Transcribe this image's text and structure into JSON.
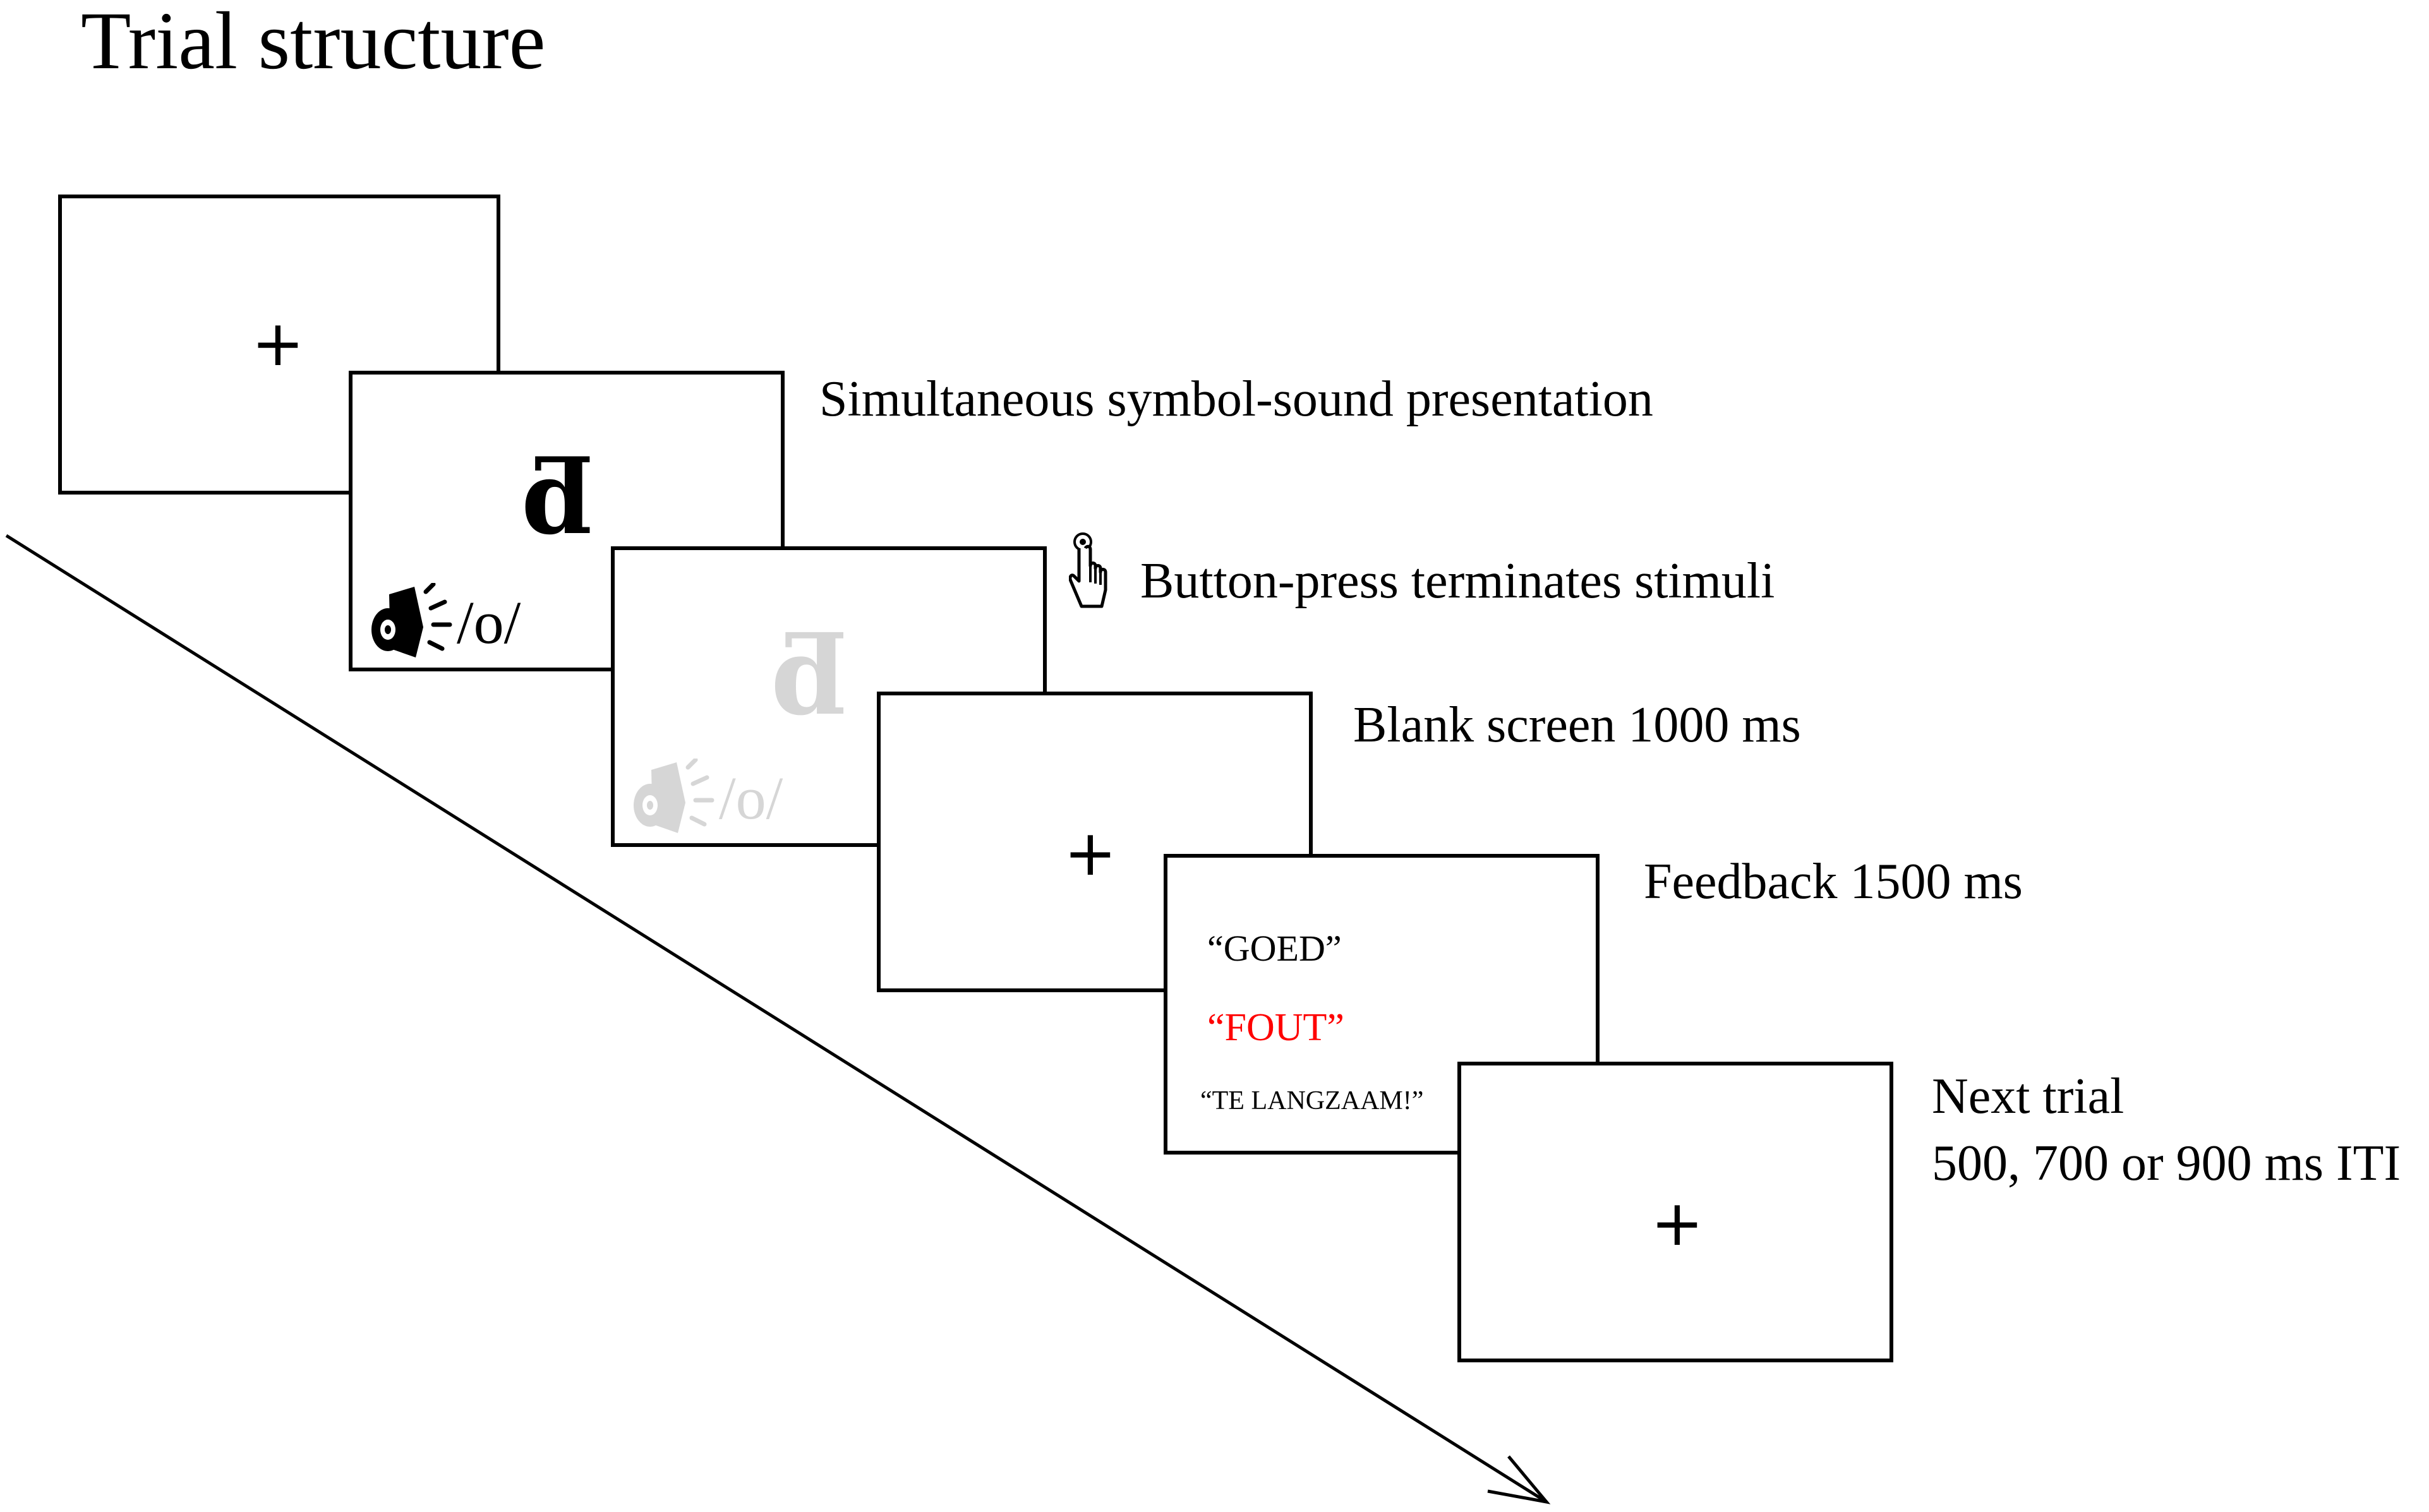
{
  "title": "Trial structure",
  "colors": {
    "stroke": "#000000",
    "faded": "#d6d6d6",
    "error_feedback": "#ff0000"
  },
  "steps": {
    "fixation_1": {
      "symbol": "+"
    },
    "stimulus": {
      "label": "Simultaneous symbol-sound presentation",
      "symbol": "ƌ",
      "phoneme": "/o/",
      "icon": "speaker-icon"
    },
    "response": {
      "label": "Button-press terminates stimuli",
      "symbol": "ƌ",
      "phoneme": "/o/",
      "icon": "pointing-hand-icon"
    },
    "blank": {
      "label": "Blank screen 1000 ms",
      "symbol": "+"
    },
    "feedback": {
      "label": "Feedback 1500 ms",
      "messages": [
        "“GOED”",
        "“FOUT”",
        "“TE LANGZAAM!”"
      ]
    },
    "next": {
      "label_line1": "Next trial",
      "label_line2": "500, 700 or 900 ms ITI",
      "symbol": "+"
    }
  }
}
